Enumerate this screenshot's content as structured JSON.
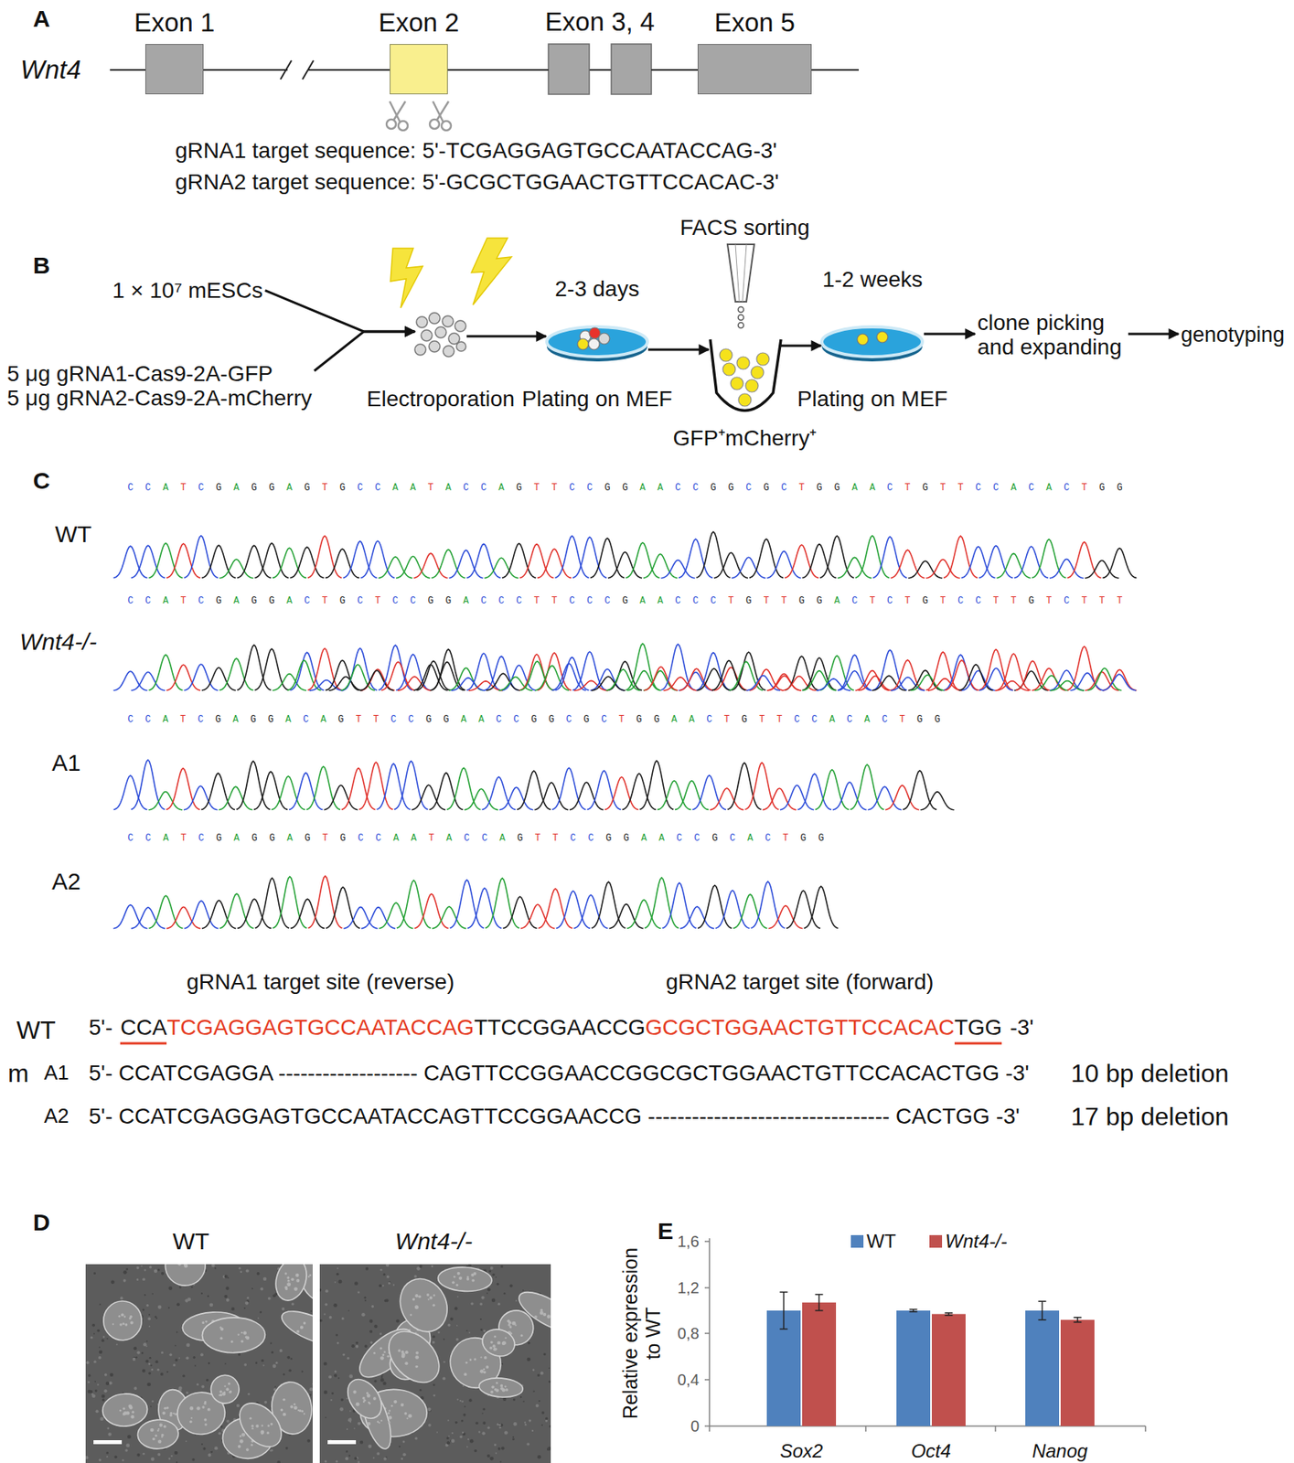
{
  "diagram": {
    "nodes": [
      {
        "text": [
          "Exon 1"
        ]
      },
      {
        "text": [
          "Exon 2"
        ]
      },
      {
        "text": [
          "Exon 3, 4"
        ]
      },
      {
        "text": [
          "Exon 5"
        ]
      },
      {
        "text": [
          "1 × 10⁷ mESCs"
        ]
      },
      {
        "text": [
          "5 μg gRNA1-Cas9-2A-GFP",
          "5 μg gRNA2-Cas9-2A-mCherry"
        ]
      },
      {
        "text": [
          "Electroporation"
        ]
      },
      {
        "text": [
          "2-3 days",
          "Plating on MEF"
        ]
      },
      {
        "text": [
          "FACS sorting",
          "GFP⁺mCherry⁺"
        ]
      },
      {
        "text": [
          "1-2 weeks",
          "Plating on MEF"
        ]
      },
      {
        "text": [
          "clone picking and expanding"
        ]
      },
      {
        "text": [
          "genotyping"
        ]
      }
    ],
    "edges": [
      {
        "from": 0,
        "to": 1,
        "arrow": "none"
      },
      {
        "from": 1,
        "to": 2,
        "arrow": "none"
      },
      {
        "from": 2,
        "to": 3,
        "arrow": "none"
      },
      {
        "from": 4,
        "to": 6,
        "arrow": "to"
      },
      {
        "from": 5,
        "to": 6,
        "arrow": "to"
      },
      {
        "from": 6,
        "to": 7,
        "arrow": "to"
      },
      {
        "from": 7,
        "to": 8,
        "arrow": "to"
      },
      {
        "from": 8,
        "to": 9,
        "arrow": "to"
      },
      {
        "from": 9,
        "to": 10,
        "arrow": "to"
      },
      {
        "from": 10,
        "to": 11,
        "arrow": "to"
      }
    ],
    "labels": [
      "A",
      "Wnt4",
      "gRNA1 target sequence: 5'-TCGAGGAGTGCCAATACCAG-3'",
      "gRNA2 target sequence: 5'-GCGCTGGAACTGTTCCACAC-3'",
      "B",
      "C",
      "CCATCGAGGAGTGCCAATACCAGTTCCGGAACCGGCGCTGGAACTGTTCCACACTGG",
      "CCATCGAGGACTGCTCCGGACCCTTCCCGAACCCTGTTGGACTCTGTCCTTGTCTTT",
      "CCATCGAGGACAGTTCCGGAACCGGCGCTGGAACTGTTCCACACTGG",
      "CCATCGAGGAGTGCCAATACCAGTTCCGGAACCGCACTGG",
      "WT",
      "Wnt4-/-",
      "A1",
      "A2",
      "gRNA1 target site (reverse)",
      "gRNA2 target site (forward)",
      "WT",
      "5'-",
      "CCA",
      "TCGAGGAGTGCCAATACCAG",
      "TTCCGGAACCG",
      "GCGCTGGAACTGTTCCACAC",
      "TGG",
      "-3'",
      "m",
      "A1",
      "5'- CCATCGAGGA ------------------- CAGTTCCGGAACCGGCGCTGGAACTGTTCCACACTGG -3'",
      "10 bp deletion",
      "A2",
      "5'- CCATCGAGGAGTGCCAATACCAGTTCCGGAACCG --------------------------------- CACTGG -3'",
      "17 bp deletion",
      "D",
      "WT",
      "Wnt4-/-",
      "E",
      "1,6",
      "1,2",
      "0,8",
      "0,4",
      "0",
      "Relative expression to WT",
      "Sox2",
      "Oct4",
      "Nanog"
    ],
    "legend": [
      {
        "text": "WT",
        "color": "#4f81bd"
      },
      {
        "text": "Wnt4-/-",
        "color": "#c0504d"
      }
    ]
  }
}
